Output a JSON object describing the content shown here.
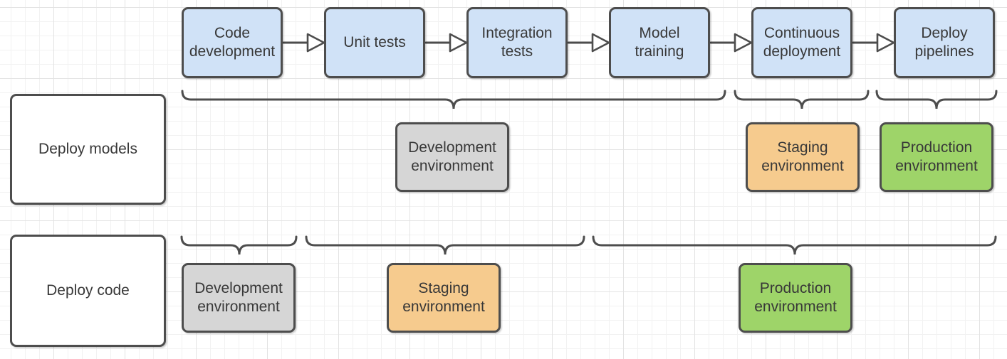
{
  "stages": [
    {
      "label": "Code development"
    },
    {
      "label": "Unit tests"
    },
    {
      "label": "Integration tests"
    },
    {
      "label": "Model training"
    },
    {
      "label": "Continuous deployment"
    },
    {
      "label": "Deploy pipelines"
    }
  ],
  "rows": {
    "models": {
      "label": "Deploy models",
      "environments": [
        {
          "label": "Development environment",
          "kind": "development"
        },
        {
          "label": "Staging environment",
          "kind": "staging"
        },
        {
          "label": "Production environment",
          "kind": "production"
        }
      ]
    },
    "code": {
      "label": "Deploy code",
      "environments": [
        {
          "label": "Development environment",
          "kind": "development"
        },
        {
          "label": "Staging environment",
          "kind": "staging"
        },
        {
          "label": "Production environment",
          "kind": "production"
        }
      ]
    }
  },
  "colors": {
    "stage": "#d0e2f7",
    "development": "#d6d6d6",
    "staging": "#f6cb8e",
    "production": "#9ed469",
    "lane": "#ffffff",
    "line": "#4d4d4d",
    "text": "#383838"
  }
}
